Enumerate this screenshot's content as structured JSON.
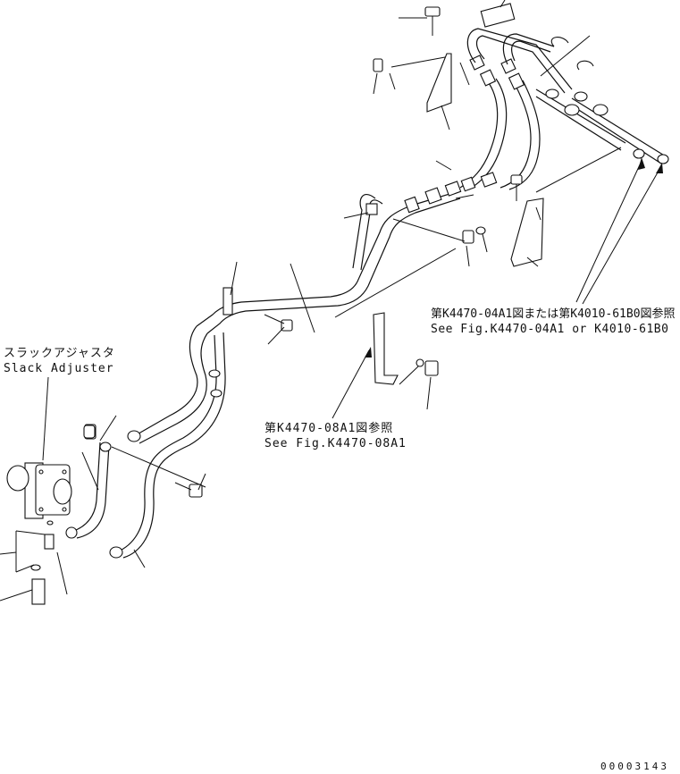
{
  "labels": {
    "slack_adjuster_jp": "スラックアジャスタ",
    "slack_adjuster_en": "Slack Adjuster",
    "ref_upper_jp": "第K4470-04A1図または第K4010-61B0図参照",
    "ref_upper_en": "See Fig.K4470-04A1 or K4010-61B0",
    "ref_lower_jp": "第K4470-08A1図参照",
    "ref_lower_en": "See Fig.K4470-08A1",
    "document_number": "00003143"
  }
}
